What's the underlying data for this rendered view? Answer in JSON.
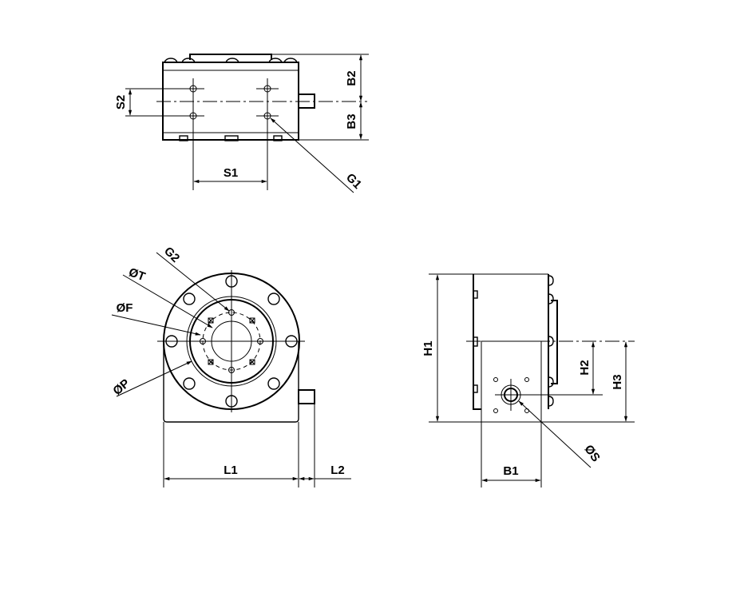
{
  "drawing": {
    "background": "#ffffff",
    "line_color": "#000000",
    "views": {
      "top_view": {
        "labels": {
          "s1": "S1",
          "s2": "S2",
          "b2": "B2",
          "b3": "B3",
          "g1": "G1"
        }
      },
      "front_view": {
        "labels": {
          "g2": "G2",
          "dia_t": "ØT",
          "dia_f": "ØF",
          "dia_p": "ØP",
          "l1": "L1",
          "l2": "L2"
        }
      },
      "side_view": {
        "labels": {
          "h1": "H1",
          "h2": "H2",
          "h3": "H3",
          "b1": "B1",
          "dia_s": "ØS"
        }
      }
    }
  }
}
